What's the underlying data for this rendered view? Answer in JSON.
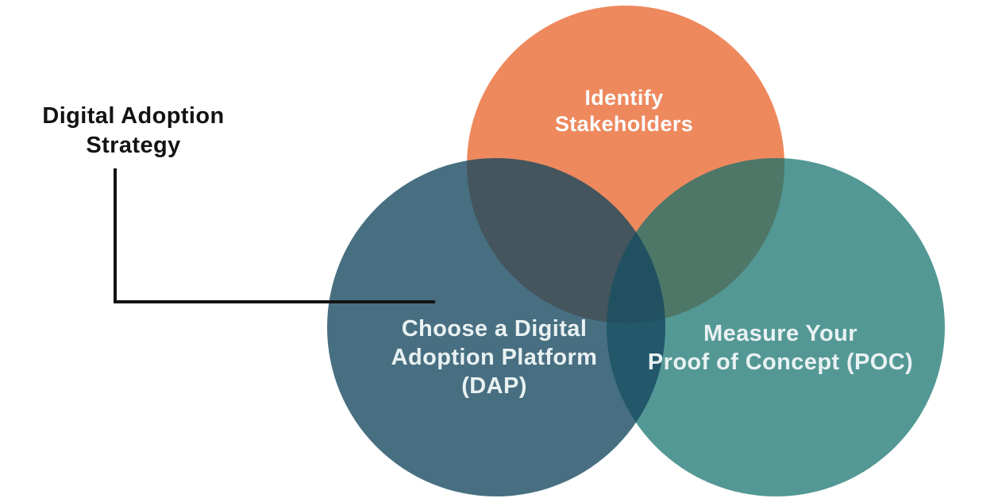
{
  "page": {
    "background": "#FFFFFF"
  },
  "annotation": {
    "label": "Digital Adoption\nStrategy",
    "color": "#131313",
    "connector_color": "#131313"
  },
  "venn": {
    "circles": [
      {
        "name": "identify-stakeholders",
        "label": "Identify\nStakeholders",
        "fill": "#EE895E",
        "label_color": "#FBFCFC"
      },
      {
        "name": "choose-dap",
        "label": "Choose a Digital\nAdoption Platform\n(DAP)",
        "fill": "rgba(20,70,94,0.78)",
        "label_color": "#E9F1F2"
      },
      {
        "name": "measure-poc",
        "label": "Measure Your\nProof of Concept (POC)",
        "fill": "rgba(16,112,108,0.72)",
        "label_color": "#E9F1F2"
      }
    ]
  }
}
